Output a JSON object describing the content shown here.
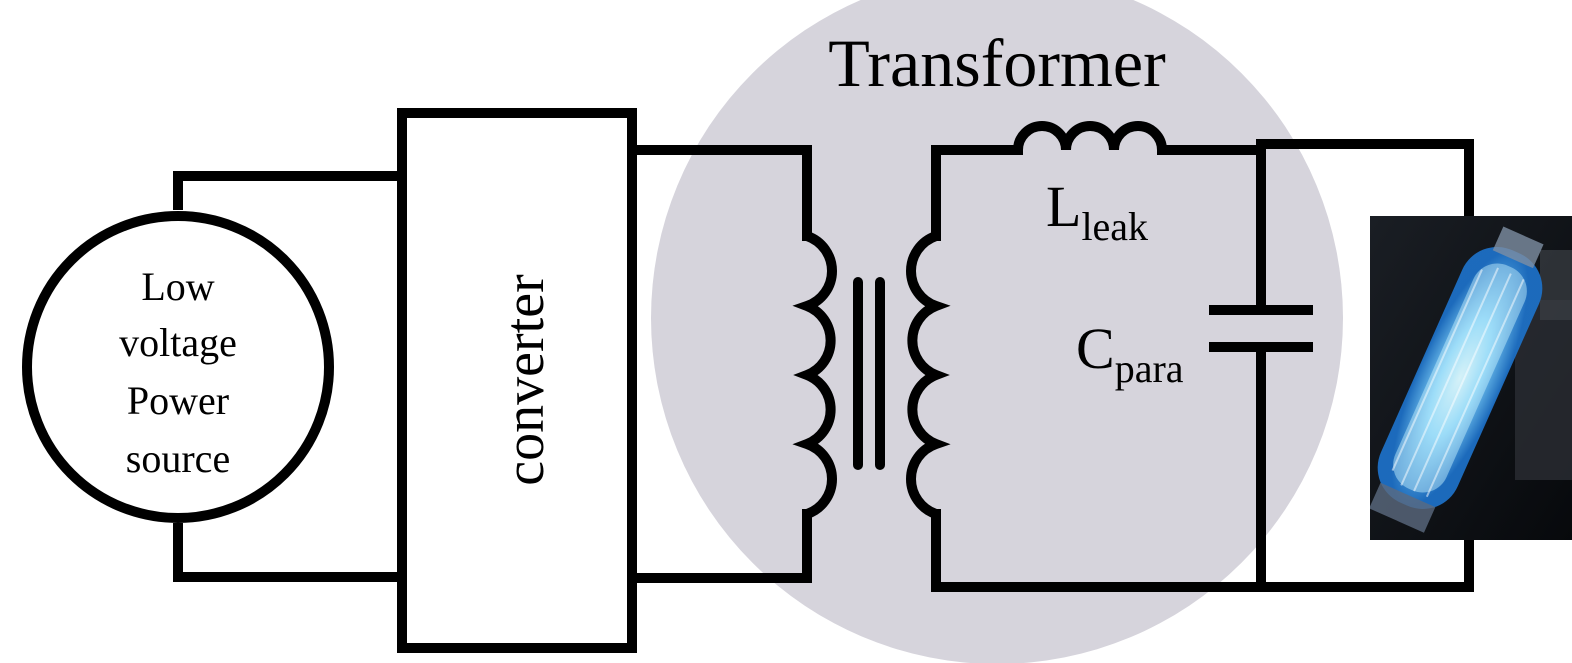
{
  "colors": {
    "transformer_region": "#d6d4dc",
    "transformer_title": "#5c8a93",
    "wire": "#000000",
    "lamp_glow": "#58c8ff",
    "lamp_background": "#0d1014"
  },
  "power_source": {
    "line1": "Low",
    "line2": "voltage",
    "line3": "Power",
    "line4": "source"
  },
  "converter": {
    "label": "converter"
  },
  "transformer": {
    "title": "Transformer"
  },
  "leakage_inductance": {
    "main": "L",
    "subscript": "leak"
  },
  "parasitic_capacitance": {
    "main": "C",
    "subscript": "para"
  },
  "load": {
    "icon": "uv-lamp-photo"
  }
}
